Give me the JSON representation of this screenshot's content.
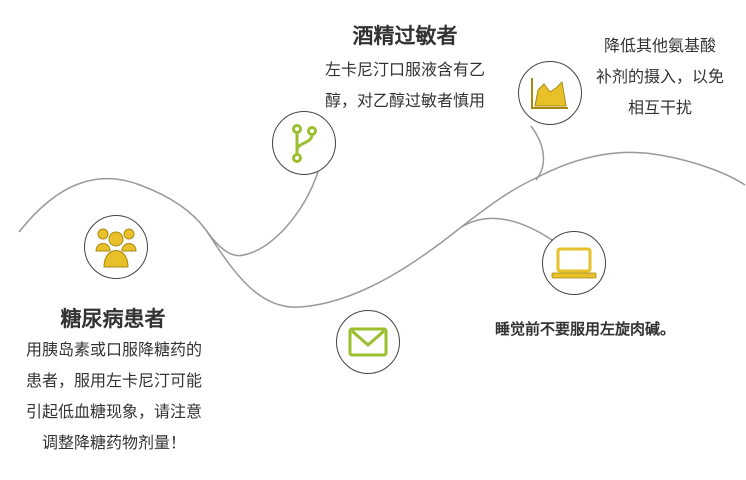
{
  "sections": {
    "alcohol": {
      "title": "酒精过敏者",
      "lines": [
        "左卡尼汀口服液含有乙",
        "醇，对乙醇过敏者慎用"
      ],
      "icon": "branch-icon"
    },
    "amino": {
      "lines": [
        "降低其他氨基酸",
        "补剂的摄入，以免",
        "相互干扰"
      ],
      "icon": "area-chart-icon"
    },
    "diabetes": {
      "title": "糖尿病患者",
      "lines": [
        "用胰岛素或口服降糖药的",
        "患者，服用左卡尼汀可能",
        "引起低血糖现象，请注意",
        "调整降糖药物剂量！"
      ],
      "icon": "people-icon"
    },
    "sleep": {
      "text": "睡觉前不要服用左旋肉碱。",
      "icon": "laptop-icon"
    },
    "mail": {
      "icon": "mail-icon"
    }
  },
  "colors": {
    "gold": "#e8c02a",
    "green": "#9bbf2c",
    "line": "#999999"
  }
}
